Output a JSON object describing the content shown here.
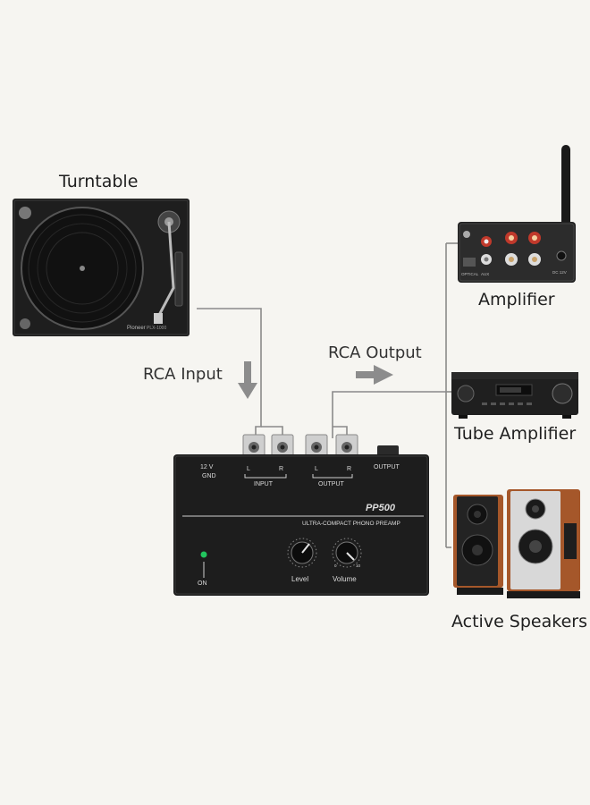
{
  "labels": {
    "turntable": "Turntable",
    "amplifier": "Amplifier",
    "tube_amplifier": "Tube Amplifier",
    "active_speakers": "Active Speakers",
    "rca_input": "RCA Input",
    "rca_output": "RCA Output"
  },
  "turntable_print": {
    "brand": "Pioneer",
    "model": "PLX-1000"
  },
  "preamp": {
    "model": "PP500",
    "subtitle": "ULTRA-COMPACT PHONO PREAMP",
    "power_label": "12 V",
    "gnd_label": "GND",
    "input_label": "INPUT",
    "output_group_label": "OUTPUT",
    "output_port_label": "OUTPUT",
    "left_channel": "L",
    "right_channel": "R",
    "level_label": "Level",
    "volume_label": "Volume",
    "on_label": "ON",
    "knob_min": "0",
    "knob_max": "10"
  },
  "amplifier_print": {
    "optical": "OPTICAL",
    "aux": "AUX",
    "dc": "DC 12V"
  },
  "colors": {
    "wire": "#8a8a8a",
    "arrow": "#8c8c8c",
    "device_dark": "#1d1d1d",
    "power_led": "#22c55e",
    "rca_red": "#c0392b",
    "speaker_wood": "#a5572a"
  }
}
